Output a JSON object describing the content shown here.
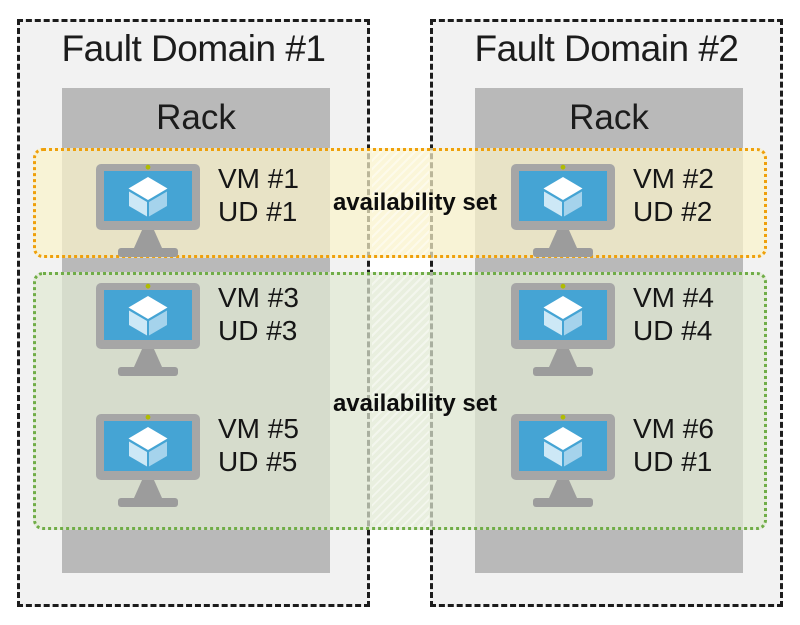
{
  "fault_domains": [
    {
      "label": "Fault Domain #1",
      "rack_label": "Rack"
    },
    {
      "label": "Fault Domain #2",
      "rack_label": "Rack"
    }
  ],
  "availability_sets": [
    {
      "label": "availability set",
      "border_color": "#efa00b",
      "fill_tint": "#f7f1da"
    },
    {
      "label": "availability set",
      "border_color": "#70ad47",
      "fill_tint": "#e6edda"
    }
  ],
  "vms": [
    {
      "vm_label": "VM #1",
      "ud_label": "UD #1"
    },
    {
      "vm_label": "VM #2",
      "ud_label": "UD #2"
    },
    {
      "vm_label": "VM #3",
      "ud_label": "UD #3"
    },
    {
      "vm_label": "VM #4",
      "ud_label": "UD #4"
    },
    {
      "vm_label": "VM #5",
      "ud_label": "UD #5"
    },
    {
      "vm_label": "VM #6",
      "ud_label": "UD #1"
    }
  ],
  "icons": {
    "vm": "azure-vm-monitor-cube-icon"
  },
  "colors": {
    "page_bg": "#ffffff",
    "fault_domain_bg": "#f2f2f2",
    "fault_domain_border": "#1c1c1c",
    "rack_bg": "#b9b9b9",
    "monitor_frame": "#a6a6a6",
    "monitor_stand": "#9c9c9c",
    "screen_blue": "#45a4d4",
    "cube_top": "#ffffff",
    "cube_left": "#cde8f6",
    "cube_right": "#a5d3ec",
    "webcam_dot": "#b0bc00",
    "text": "#161616"
  }
}
